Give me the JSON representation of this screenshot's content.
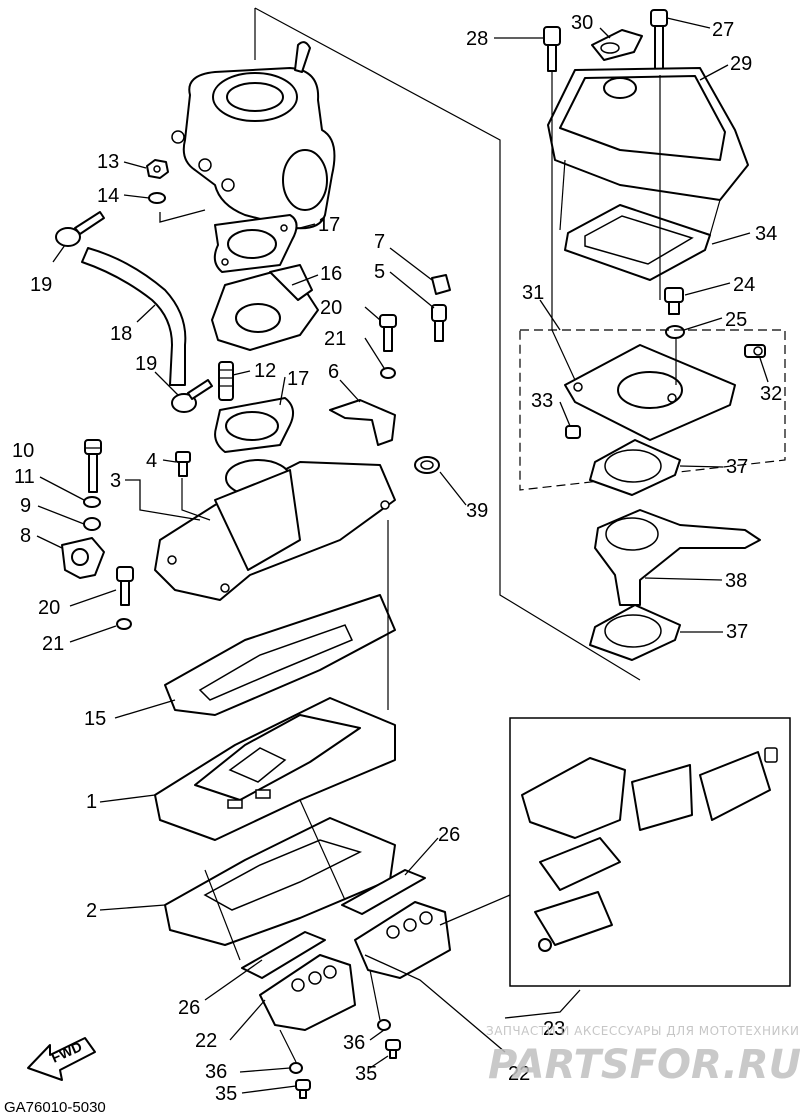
{
  "diagram": {
    "code": "GA76010-5030",
    "direction_label": "FWD",
    "watermark": {
      "tagline": "ЗАПЧАСТИ И АКСЕССУАРЫ ДЛЯ МОТОТЕХНИКИ",
      "logo": "PARTSFOR.RU"
    },
    "callouts": {
      "c1": "1",
      "c2": "2",
      "c3": "3",
      "c4": "4",
      "c5": "5",
      "c6": "6",
      "c7": "7",
      "c8": "8",
      "c9": "9",
      "c10": "10",
      "c11": "11",
      "c12": "12",
      "c13": "13",
      "c14": "14",
      "c15": "15",
      "c16": "16",
      "c17a": "17",
      "c17b": "17",
      "c18": "18",
      "c19a": "19",
      "c19b": "19",
      "c20a": "20",
      "c20b": "20",
      "c21a": "21",
      "c21b": "21",
      "c22a": "22",
      "c22b": "22",
      "c23": "23",
      "c24": "24",
      "c25": "25",
      "c26a": "26",
      "c26b": "26",
      "c27": "27",
      "c28": "28",
      "c29": "29",
      "c30": "30",
      "c31": "31",
      "c32": "32",
      "c33": "33",
      "c34": "34",
      "c35a": "35",
      "c35b": "35",
      "c36a": "36",
      "c36b": "36",
      "c37a": "37",
      "c37b": "37",
      "c38": "38",
      "c39": "39"
    }
  }
}
